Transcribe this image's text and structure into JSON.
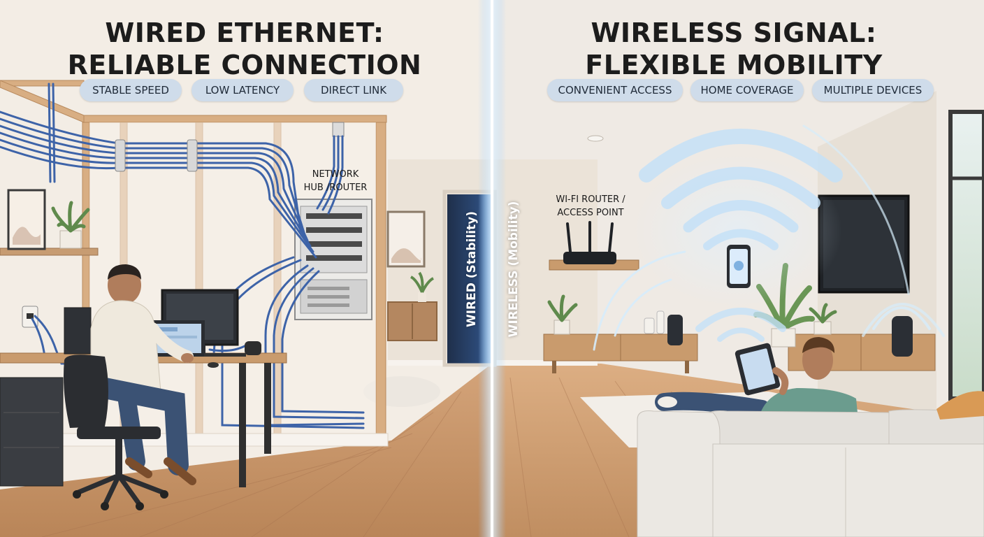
{
  "wired": {
    "title_line1": "WIRED ETHERNET:",
    "title_line2": "RELIABLE CONNECTION",
    "features": [
      "STABLE SPEED",
      "LOW LATENCY",
      "DIRECT LINK"
    ],
    "hub_label_line1": "NETWORK",
    "hub_label_line2": "HUB /ROUTER",
    "divider_label": "WIRED (Stability)"
  },
  "wireless": {
    "title_line1": "WIRELESS SIGNAL:",
    "title_line2": "FLEXIBLE MOBILITY",
    "features": [
      "CONVENIENT ACCESS",
      "HOME COVERAGE",
      "MULTIPLE DEVICES"
    ],
    "router_label_line1": "WI-FI ROUTER /",
    "router_label_line2": "ACCESS POINT",
    "divider_label": "WIRELESS (Mobility)"
  },
  "colors": {
    "cable": "#3d63a8",
    "divider_glow": "#9fd0ff",
    "pill": "#cfdcea",
    "wifi_wave": "#b9dcf5",
    "wood_floor": "#c9956a",
    "wall": "#f1ebe2"
  }
}
